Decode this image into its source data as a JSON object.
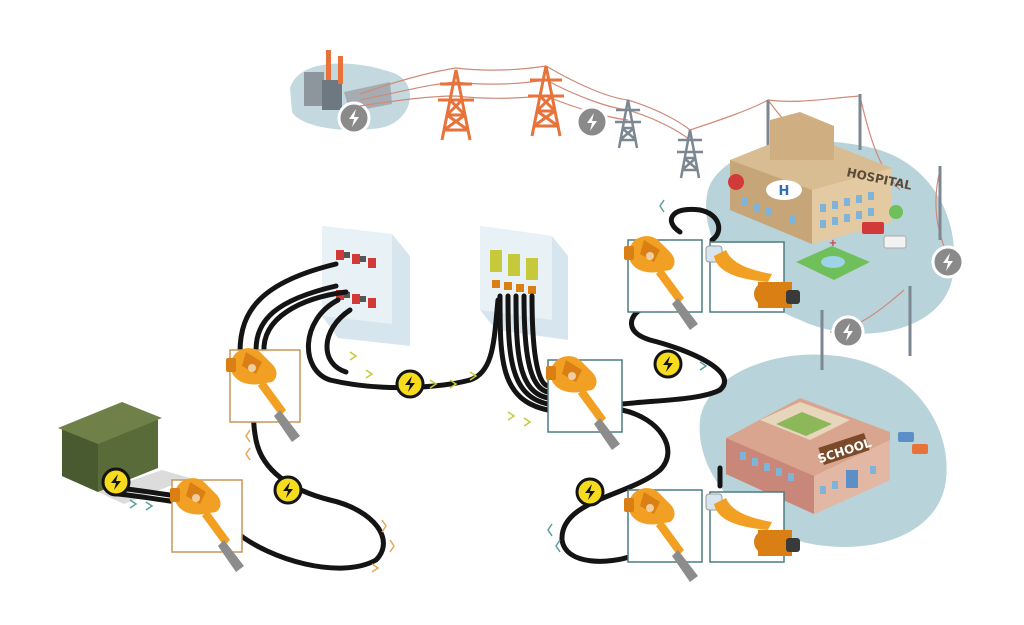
{
  "labels": {
    "hospital_sign": "HOSPITAL",
    "school_sign": "SCHOOL",
    "hospital_helipad": "H",
    "hospital_cross": "+"
  },
  "colors": {
    "cable": "#141414",
    "bolt_yellow": "#f6dc1c",
    "bolt_gray": "#8a8a8a",
    "robot_orange": "#f2a024",
    "robot_dark": "#d97f14",
    "frame_orange": "#c8965a",
    "frame_teal": "#4a7d80",
    "island": "#b9d3da",
    "pylon_orange": "#e8733a",
    "pylon_gray": "#7c8792",
    "substation_green": "#5a6b3a",
    "cabinet": "#d7e6ee",
    "building_tan": "#d8bc92",
    "school_red": "#c9877a",
    "arrow_orange": "#e8a65a",
    "arrow_yellow": "#c5c93a",
    "arrow_teal": "#5aa0a0"
  },
  "icons": {
    "bolt": "lightning-bolt-icon",
    "robot": "charging-robot-icon",
    "pylon": "power-pylon-icon",
    "plant": "power-plant-icon"
  }
}
